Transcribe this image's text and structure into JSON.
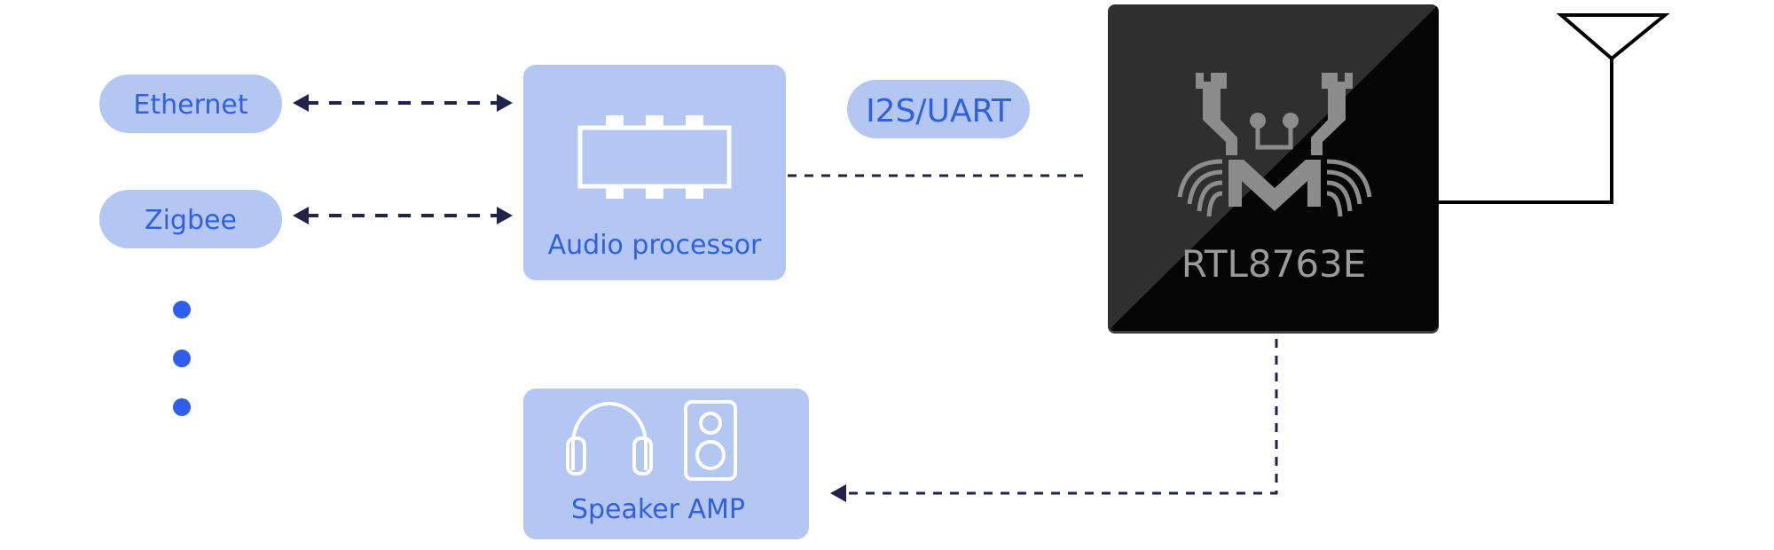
{
  "diagram": {
    "interfaces": [
      {
        "label": "Ethernet"
      },
      {
        "label": "Zigbee"
      }
    ],
    "audio_processor": {
      "label": "Audio processor",
      "icon": "processor-chip-icon"
    },
    "bus_label": "I2S/UART",
    "chip": {
      "label": "RTL8763E",
      "logo": "realtek-crab-logo"
    },
    "speaker_amp": {
      "label": "Speaker AMP",
      "icons": [
        "headphones-icon",
        "speaker-icon"
      ]
    },
    "antenna": {
      "icon": "antenna-icon"
    },
    "colors": {
      "box_fill": "#b4c7f2",
      "text_blue": "#3060e0",
      "dot_blue": "#2f5fea",
      "arrow_navy": "#22224a",
      "chip_dark": "#2f2f2f",
      "chip_black": "#050505",
      "logo_gray": "#8c8c8c"
    }
  }
}
